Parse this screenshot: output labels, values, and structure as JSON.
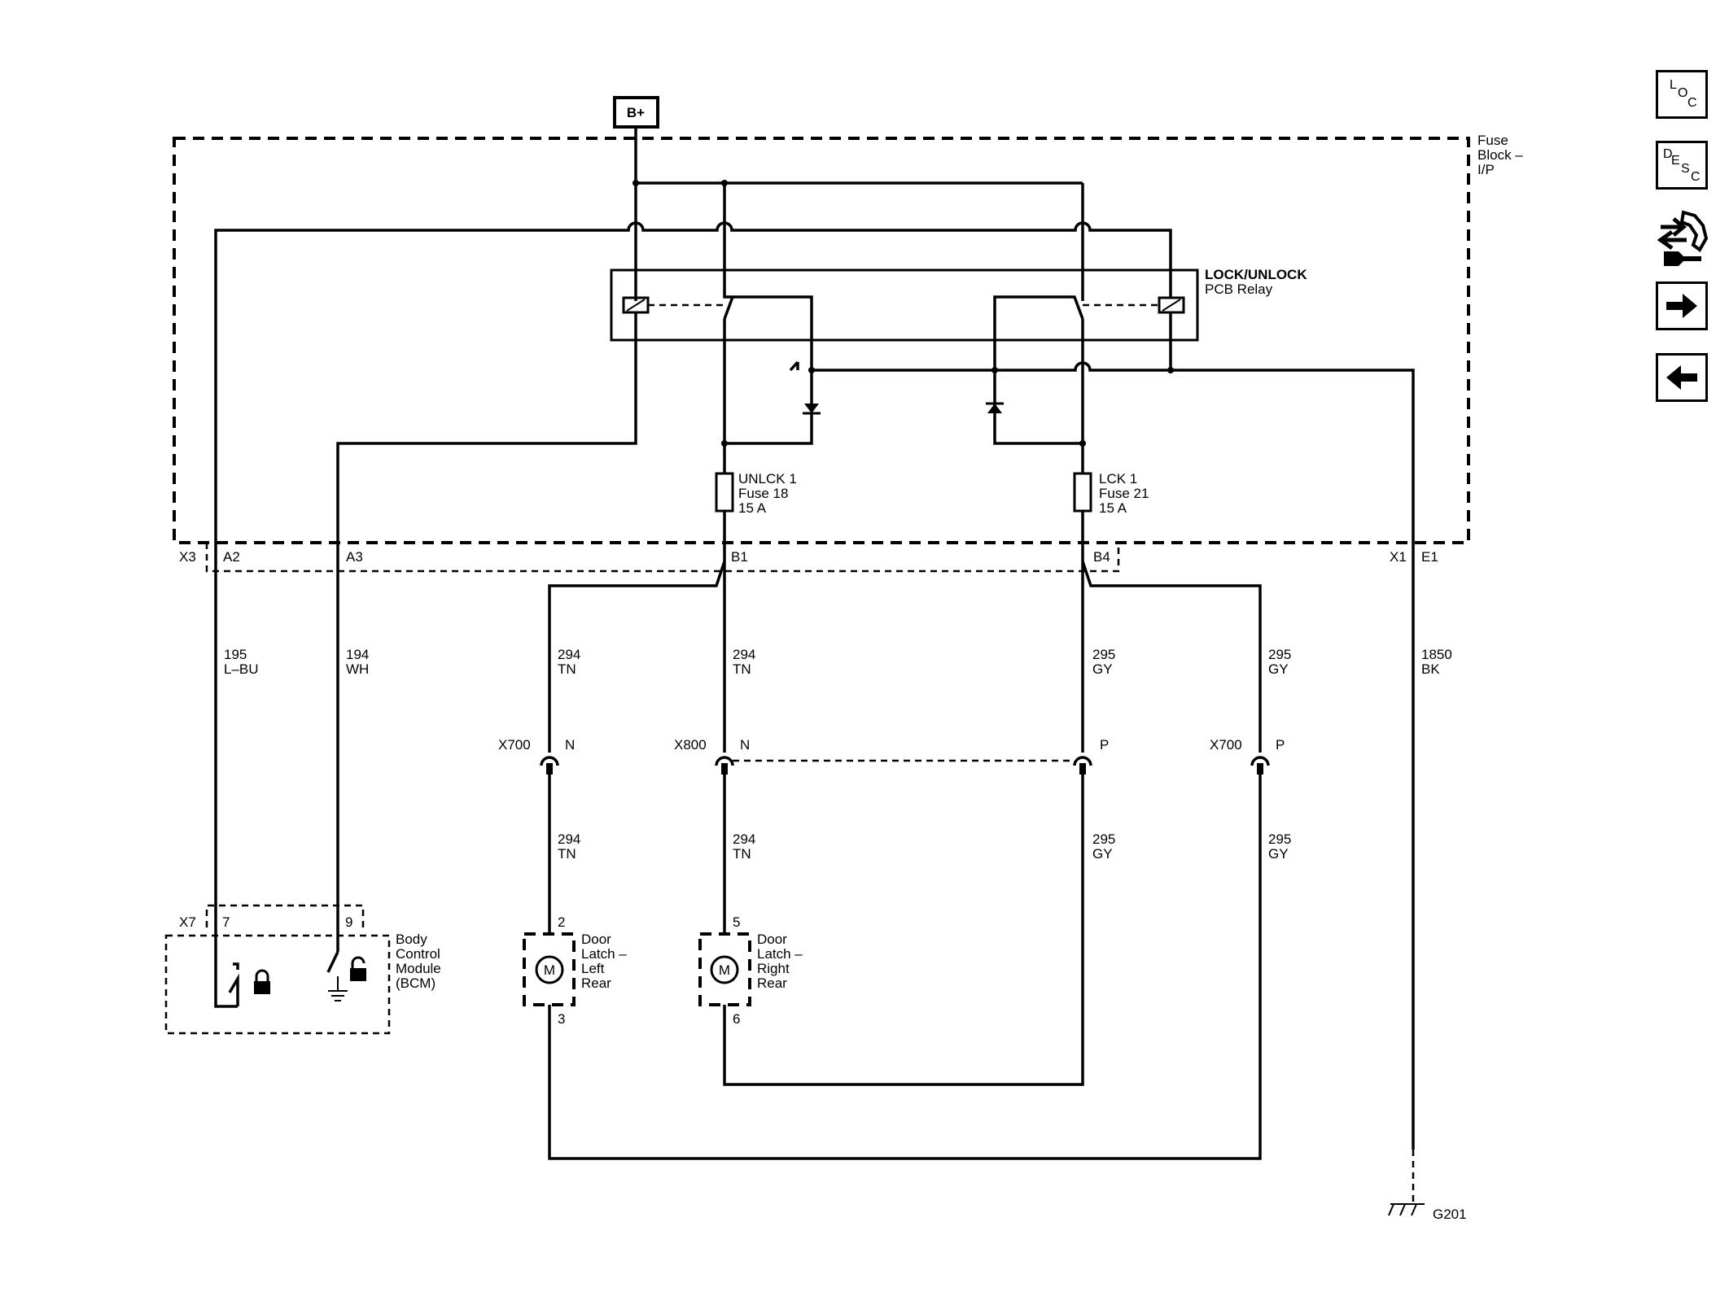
{
  "power": {
    "label": "B+"
  },
  "fuse_block": {
    "line1": "Fuse",
    "line2": "Block –",
    "line3": "I/P"
  },
  "relay": {
    "line1": "LOCK/UNLOCK",
    "line2": "PCB Relay"
  },
  "fuse18": {
    "line1": "UNLCK 1",
    "line2": "Fuse 18",
    "line3": "15 A"
  },
  "fuse21": {
    "line1": "LCK 1",
    "line2": "Fuse 21",
    "line3": "15 A"
  },
  "pins_fuse_block": {
    "x3": "X3",
    "a2": "A2",
    "a3": "A3",
    "b1": "B1",
    "b4": "B4",
    "x1": "X1",
    "e1": "E1"
  },
  "wires": {
    "w195": {
      "num": "195",
      "color": "L–BU"
    },
    "w194": {
      "num": "194",
      "color": "WH"
    },
    "w294": {
      "num": "294",
      "color": "TN"
    },
    "w295": {
      "num": "295",
      "color": "GY"
    },
    "w1850": {
      "num": "1850",
      "color": "BK"
    }
  },
  "connectors": {
    "x700n": {
      "name": "X700",
      "pin": "N"
    },
    "x800": {
      "name": "X800",
      "pin_n": "N",
      "pin_p": "P"
    },
    "x700p": {
      "name": "X700",
      "pin": "P"
    }
  },
  "bcm": {
    "conn": "X7",
    "pin7": "7",
    "pin9": "9",
    "line1": "Body",
    "line2": "Control",
    "line3": "Module",
    "line4": "(BCM)"
  },
  "latch_left": {
    "pin_top": "2",
    "pin_bottom": "3",
    "motor": "M",
    "line1": "Door",
    "line2": "Latch –",
    "line3": "Left",
    "line4": "Rear"
  },
  "latch_right": {
    "pin_top": "5",
    "pin_bottom": "6",
    "motor": "M",
    "line1": "Door",
    "line2": "Latch –",
    "line3": "Right",
    "line4": "Rear"
  },
  "ground": {
    "label": "G201"
  },
  "nav": {
    "loc": {
      "l1": "L",
      "l2": "O",
      "l3": "C"
    },
    "desc": {
      "l1": "D",
      "l2": "E",
      "l3": "S",
      "l4": "C"
    },
    "icons": [
      "location-icon",
      "description-icon",
      "connector-tool-icon",
      "next-arrow-icon",
      "previous-arrow-icon"
    ]
  }
}
